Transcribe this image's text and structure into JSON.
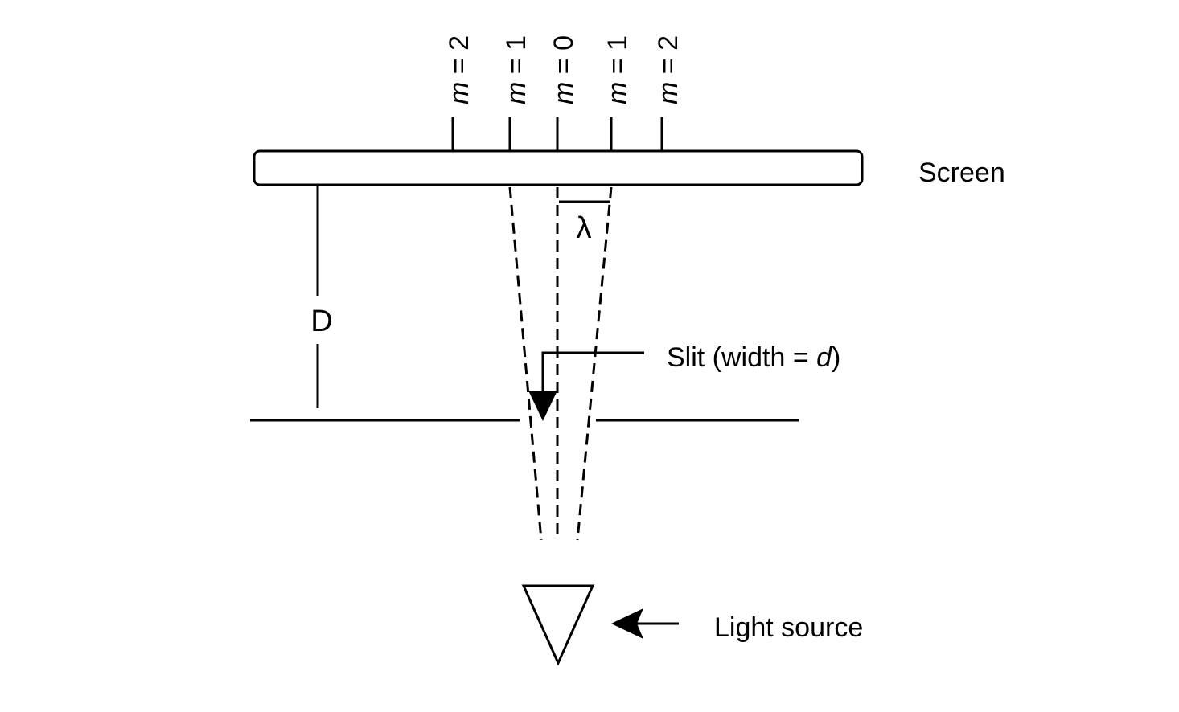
{
  "labels": {
    "screen": "Screen",
    "distance": "D",
    "wavelength": "λ",
    "slit_prefix": "Slit (width = ",
    "slit_var": "d",
    "slit_suffix": ")",
    "light_source": "Light source"
  },
  "orders": [
    {
      "var": "m",
      "eq": " = ",
      "value": "2"
    },
    {
      "var": "m",
      "eq": " = ",
      "value": "1"
    },
    {
      "var": "m",
      "eq": " = ",
      "value": "0"
    },
    {
      "var": "m",
      "eq": " = ",
      "value": "1"
    },
    {
      "var": "m",
      "eq": " = ",
      "value": "2"
    }
  ]
}
